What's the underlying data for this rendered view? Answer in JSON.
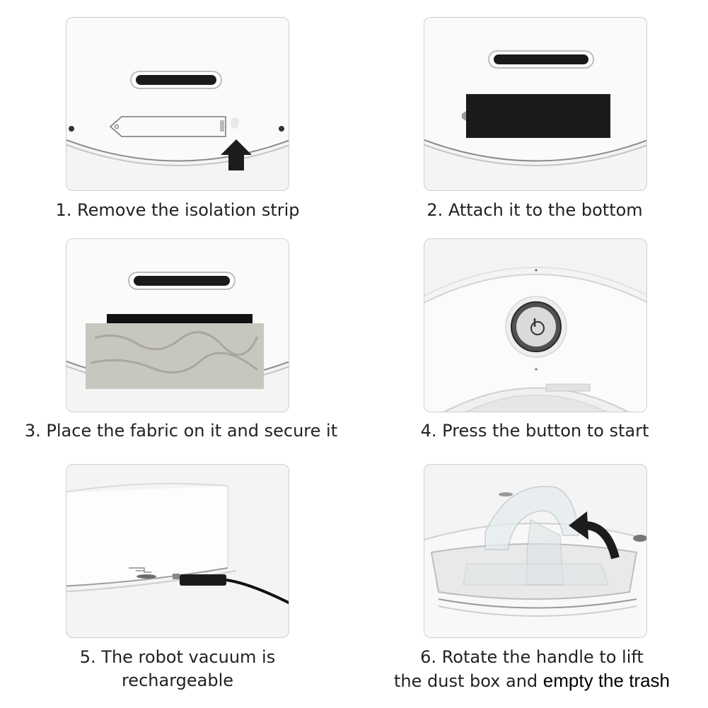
{
  "steps": [
    {
      "caption": "1. Remove the isolation strip"
    },
    {
      "caption": "2. Attach it to the bottom"
    },
    {
      "caption": "3. Place the fabric on it and secure it"
    },
    {
      "caption": "4. Press the button to start"
    },
    {
      "caption_line1": "5. The robot vacuum is",
      "caption_line2": "rechargeable"
    },
    {
      "caption_line1": "6. Rotate the handle to lift",
      "caption_line2a": "the dust box and",
      "caption_line2b": "empty the trash"
    }
  ]
}
